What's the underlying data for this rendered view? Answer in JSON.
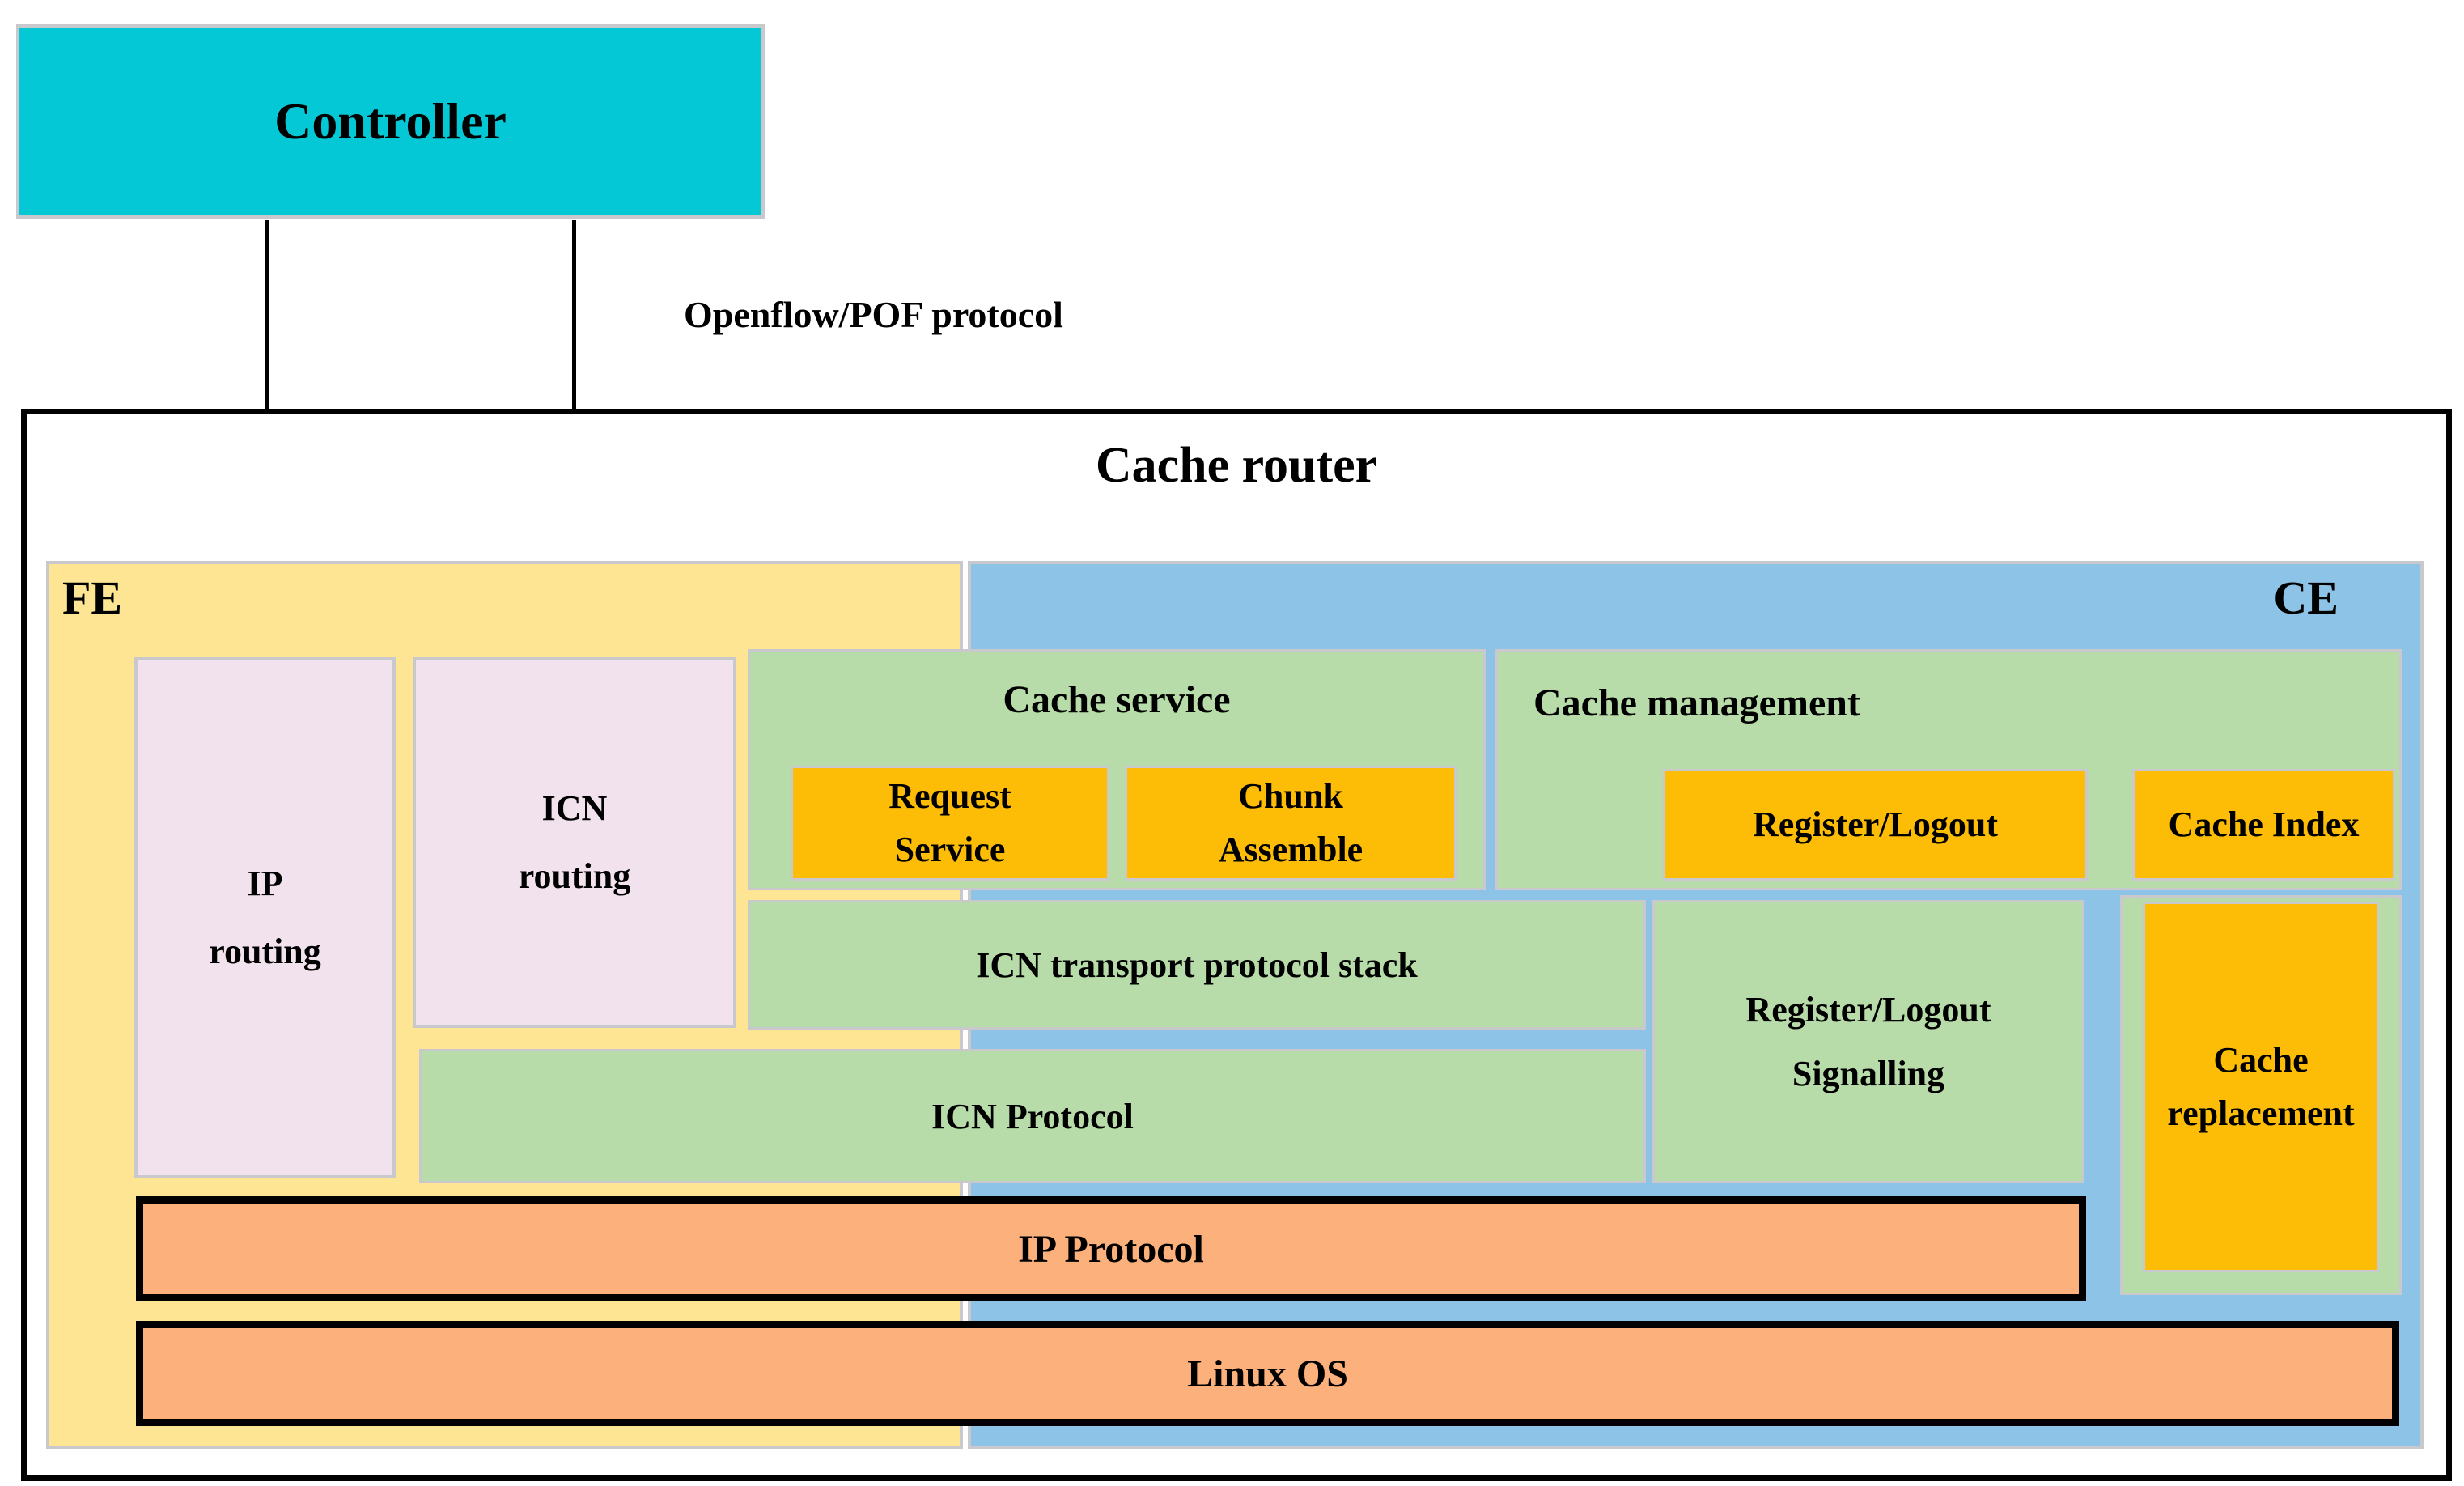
{
  "controller": {
    "label": "Controller"
  },
  "connection": {
    "protocol_label": "Openflow/POF protocol"
  },
  "cache_router": {
    "title": "Cache router",
    "fe": {
      "label": "FE",
      "ip_routing": {
        "line1": "IP",
        "line2": "routing"
      },
      "icn_routing": {
        "line1": "ICN",
        "line2": "routing"
      }
    },
    "ce": {
      "label": "CE"
    },
    "cache_service": {
      "title": "Cache service",
      "request_service": {
        "line1": "Request",
        "line2": "Service"
      },
      "chunk_assemble": {
        "line1": "Chunk",
        "line2": "Assemble"
      }
    },
    "cache_management": {
      "title": "Cache management",
      "register_logout": "Register/Logout",
      "cache_index": "Cache Index"
    },
    "icn_transport": "ICN transport protocol stack",
    "register_logout_signalling": {
      "line1": "Register/Logout",
      "line2": "Signalling"
    },
    "cache_replacement": {
      "line1": "Cache",
      "line2": "replacement"
    },
    "icn_protocol": "ICN Protocol",
    "ip_protocol": "IP Protocol",
    "linux_os": "Linux OS"
  },
  "colors": {
    "controller-fill": "#04c8d6",
    "fe-fill": "#fde593",
    "ce-fill": "#8cc3e6",
    "routing-fill": "#f2e2ee",
    "green-fill": "#b8dca9",
    "orange-fill": "#fdbd07",
    "salmon-fill": "#fcb07c",
    "box-border": "#c9c9cd",
    "line": "#000000"
  }
}
